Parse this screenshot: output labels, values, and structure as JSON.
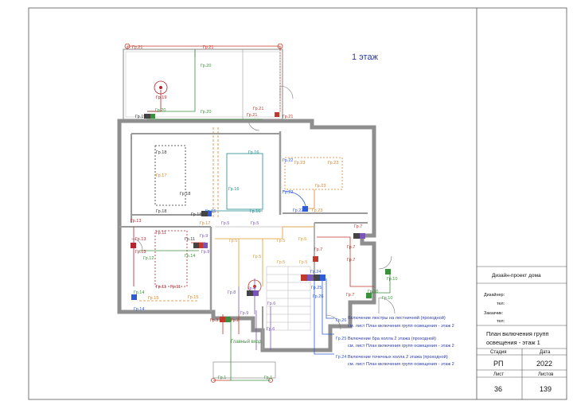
{
  "drawing": {
    "floor_label": "1 этаж",
    "entrance_label": "Главный вход",
    "notes": [
      {
        "line1": "Включение люстры на лестничной (проходной)",
        "line2": "см. лист План включения групп освещения - этаж 2"
      },
      {
        "line1": "Включение бра холла 2 этажа (проходной)",
        "line2": "см. лист План включения групп освещения - этаж 2"
      },
      {
        "line1": "Включение точечных холла 2 этажа (проходной)",
        "line2": "см. лист План включения групп освещения - этаж 2"
      }
    ],
    "groups": {
      "g1": "Гр.1",
      "g2": "Гр.2",
      "g3": "Гр.3",
      "g4": "Гр.4",
      "g5": "Гр.5",
      "g6": "Гр.6",
      "g7": "Гр.7",
      "g8": "Гр.8",
      "g9": "Гр.9",
      "g10": "Гр.10",
      "g11": "Гр.11",
      "g12": "Гр.12",
      "g13": "Гр.13",
      "g14": "Гр.14",
      "g15": "Гр.15",
      "g16": "Гр.16",
      "g17": "Гр.17",
      "g18": "Гр.18",
      "g19": "Гр.19",
      "g20": "Гр.20",
      "g21": "Гр.21",
      "g22": "Гр.22",
      "g23": "Гр.23",
      "g24": "Гр.24",
      "g25": "Гр.25",
      "g26": "Гр.26"
    },
    "colors": {
      "wall": "#9a9a9a",
      "g1": "#3c8f3c",
      "g11": "#b3262e",
      "g16": "#1f8a8a",
      "g18": "#2a2a2a",
      "g20": "#3c8f3c",
      "g21": "#c0392b",
      "g23": "#d9822b",
      "g5": "#e09b2d",
      "g9": "#7a56b8",
      "g25": "#2f5bd6",
      "note": "#2b3aa8"
    }
  },
  "title_block": {
    "project": "Дизайн-проект дома",
    "designer_label": "Дизайнер:",
    "designer_phone": "тел:",
    "customer_label": "Заказчик:",
    "customer_phone": "тел:",
    "sheet_title_1": "План включения групп",
    "sheet_title_2": "освещения - этаж 1",
    "stage_header": "Стадия",
    "date_header": "Дата",
    "stage": "РП",
    "date": "2022",
    "sheet_header": "Лист",
    "sheets_header": "Листов",
    "sheet": "36",
    "sheets": "139"
  }
}
